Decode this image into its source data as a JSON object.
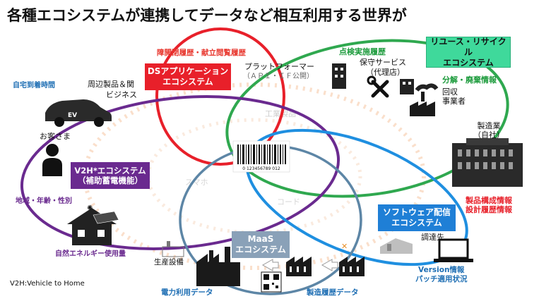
{
  "title": "各種エコシステムが連携してデータなど相互利用する世界が",
  "ecosystems": {
    "ds": {
      "line1": "DSアプリケーション",
      "line2": "エコシステム",
      "color": "#e8202a"
    },
    "recycle": {
      "line1": "リユース・リサイクル",
      "line2": "エコシステム",
      "color": "#3fd99b"
    },
    "v2h": {
      "line1": "V2H*エコシステム",
      "line2": "（補助蓄電機能）",
      "color": "#6a2a8f"
    },
    "software": {
      "line1": "ソフトウェア配信",
      "line2": "エコシステム",
      "color": "#1f7fd6"
    },
    "maas": {
      "line1": "MaaS",
      "line2": "エコシステム",
      "color": "#8aa1b8"
    }
  },
  "circle_colors": {
    "red": "#e8202a",
    "green": "#2fa84f",
    "purple": "#6a2a8f",
    "blue": "#1f8fe0",
    "slate": "#5d86a6"
  },
  "labels": {
    "access_history": "障開閉履歴・献立閲覧履歴",
    "platformer": "プラットフォーマー",
    "platformer_sub": "（ＡＰＩ・ＩＦ公開）",
    "inspection_history": "点検実施履歴",
    "service": "保守サービス",
    "service_sub": "（代理店）",
    "decompose": "分解・廃棄情報",
    "collector_line1": "回収",
    "collector_line2": "事業者",
    "manufacturer_line1": "製造業",
    "manufacturer_line2": "（自社）",
    "product_info_line1": "製品構成情報",
    "product_info_line2": "設計履歴情報",
    "supplier": "調達先",
    "version_line1": "Version情報",
    "version_line2": "パッチ適用状況",
    "home_arrival": "自宅到着時間",
    "peripherals": "周辺製品＆関",
    "business": "ビジネス",
    "customer": "お客さま",
    "region": "地域・年齢・性別",
    "natural_energy": "自然エネルギー使用量",
    "production": "生産設備",
    "power_data": "電力利用データ",
    "mfg_history": "製造履歴データ",
    "industrial_product": "工業製品",
    "barcode_digits": "0 123456789 012",
    "bg_smartphone": "スマホ",
    "bg_code": "コード"
  },
  "footnote": "V2H:Vehicle to Home"
}
